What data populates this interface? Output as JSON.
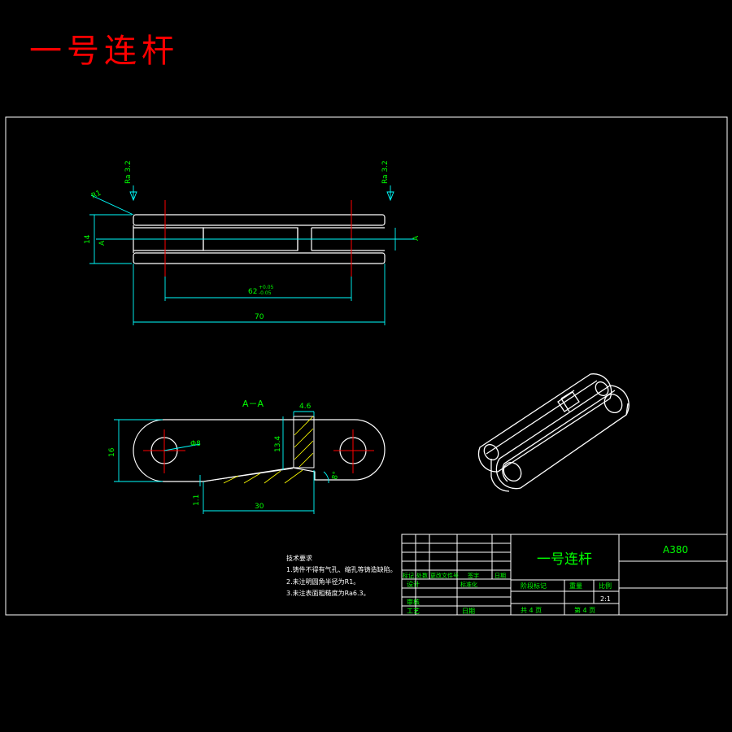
{
  "page_title": "一号连杆",
  "colors": {
    "background": "#000000",
    "outline": "#ffffff",
    "dimension": "#00ffff",
    "dimension_text": "#00ff00",
    "centerline": "#ff0000",
    "hatch": "#ffff00",
    "title_red": "#ff0000"
  },
  "top_view": {
    "roughness_left": "Ra 3.2",
    "roughness_right": "Ra 3.2",
    "chamfer": "R1",
    "dim_height": "14",
    "dim_center_distance": "62",
    "dim_center_tol_upper": "+0.05",
    "dim_center_tol_lower": "-0.05",
    "dim_length": "70",
    "section_mark_left": "A",
    "section_mark_right": "A"
  },
  "section_view": {
    "label": "A－A",
    "dim_width_top": "4.6",
    "dim_height": "16",
    "dim_inner_height": "13.4",
    "dim_hole": "Φ8",
    "dim_slot_bottom": "1.1",
    "dim_length": "30",
    "dim_angle": "8°"
  },
  "tech_requirements": {
    "heading": "技术要求",
    "items": [
      "1.铸件不得有气孔、缩孔等铸造缺陷。",
      "2.未注明圆角半径为R1。",
      "3.未注表面粗糙度为Ra6.3。"
    ]
  },
  "title_block": {
    "part_name": "一号连杆",
    "material": "A380",
    "row_labels": [
      "标记",
      "处数",
      "更改文件号",
      "签字",
      "日期"
    ],
    "design": "设计",
    "standardization": "标准化",
    "review": "审核",
    "process": "工艺",
    "date": "日期",
    "stage_mark": "阶段标记",
    "weight": "重量",
    "scale": "比例",
    "scale_value": "2:1",
    "total_sheets": "共  4  页",
    "sheet_no": "第  4  页"
  }
}
